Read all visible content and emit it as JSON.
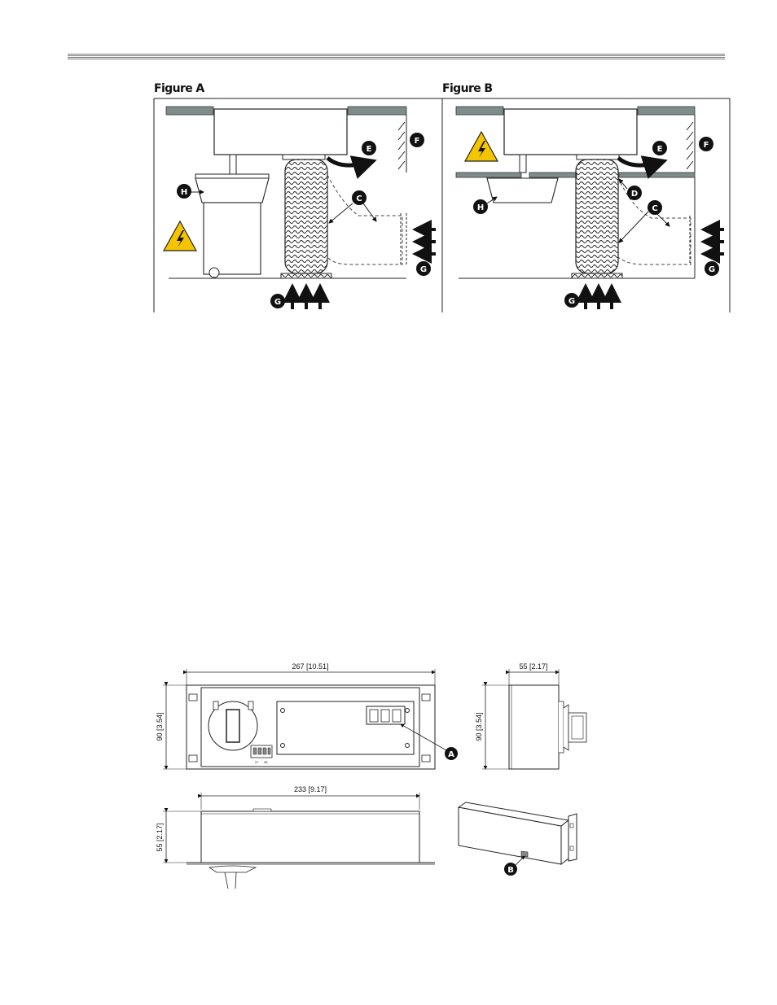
{
  "header": {},
  "figures": {
    "a": {
      "title": "Figure A",
      "callouts": {
        "e": "E",
        "f": "F",
        "h": "H",
        "c": "C",
        "g_right": "G",
        "g_bottom": "G"
      }
    },
    "b": {
      "title": "Figure B",
      "callouts": {
        "e": "E",
        "f": "F",
        "h": "H",
        "d": "D",
        "c": "C",
        "g_right": "G",
        "g_bottom": "G"
      }
    }
  },
  "dimension_drawing": {
    "width_front": "267 [10.51]",
    "height_front": "90 [3.54]",
    "depth_side": "55 [2.17]",
    "height_side": "90 [3.54]",
    "width_top": "233 [9.17]",
    "height_top": "55 [2.17]",
    "callout_a": "A",
    "callout_b": "B",
    "terminal_labels": [
      "27",
      "28"
    ]
  },
  "colors": {
    "ceiling": "#7f8c8c",
    "warning": "#f5c400",
    "callout": "#111111"
  }
}
